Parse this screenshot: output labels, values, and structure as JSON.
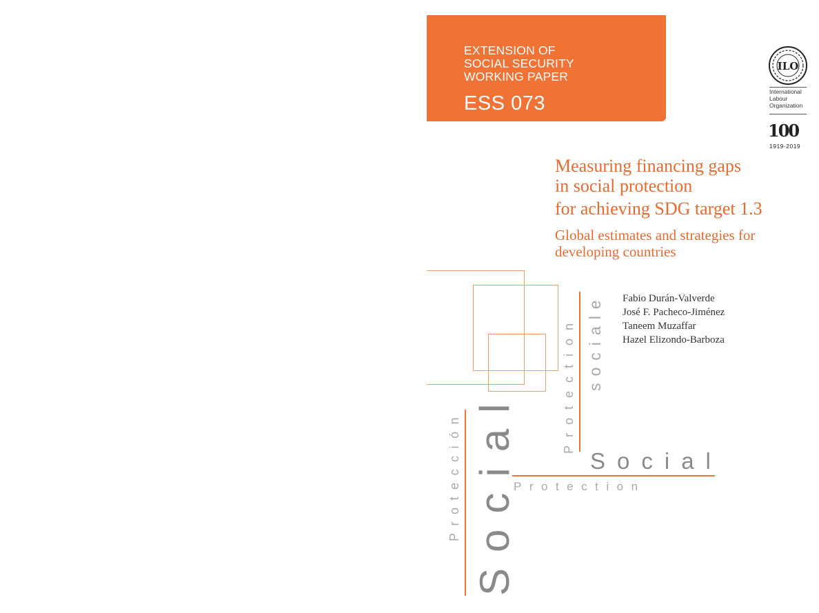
{
  "header": {
    "series_line1": "EXTENSION OF",
    "series_line2": "SOCIAL SECURITY",
    "series_line3": "WORKING PAPER",
    "code": "ESS 073"
  },
  "logo": {
    "ilo_mark": "ILO",
    "org_line1": "International",
    "org_line2": "Labour",
    "org_line3": "Organization",
    "centenary": "100",
    "years": "1919-2019"
  },
  "title": {
    "line1": "Measuring financing gaps",
    "line2": "in social protection",
    "line3": "for achieving SDG target 1.3"
  },
  "subtitle": {
    "line1": "Global estimates and strategies for",
    "line2": "developing countries"
  },
  "authors": [
    "Fabio Durán-Valverde",
    "José F. Pacheco-Jiménez",
    "Taneem Muzaffar",
    "Hazel Elizondo-Barboza"
  ],
  "decor": {
    "social_big": "Social",
    "proteccion": "Protección",
    "protection_fr": "Protection",
    "sociale": "sociale",
    "social_horizontal": "Social",
    "protection_en": "Protection"
  },
  "colors": {
    "accent": "#f07235",
    "title": "#e86a2e"
  }
}
